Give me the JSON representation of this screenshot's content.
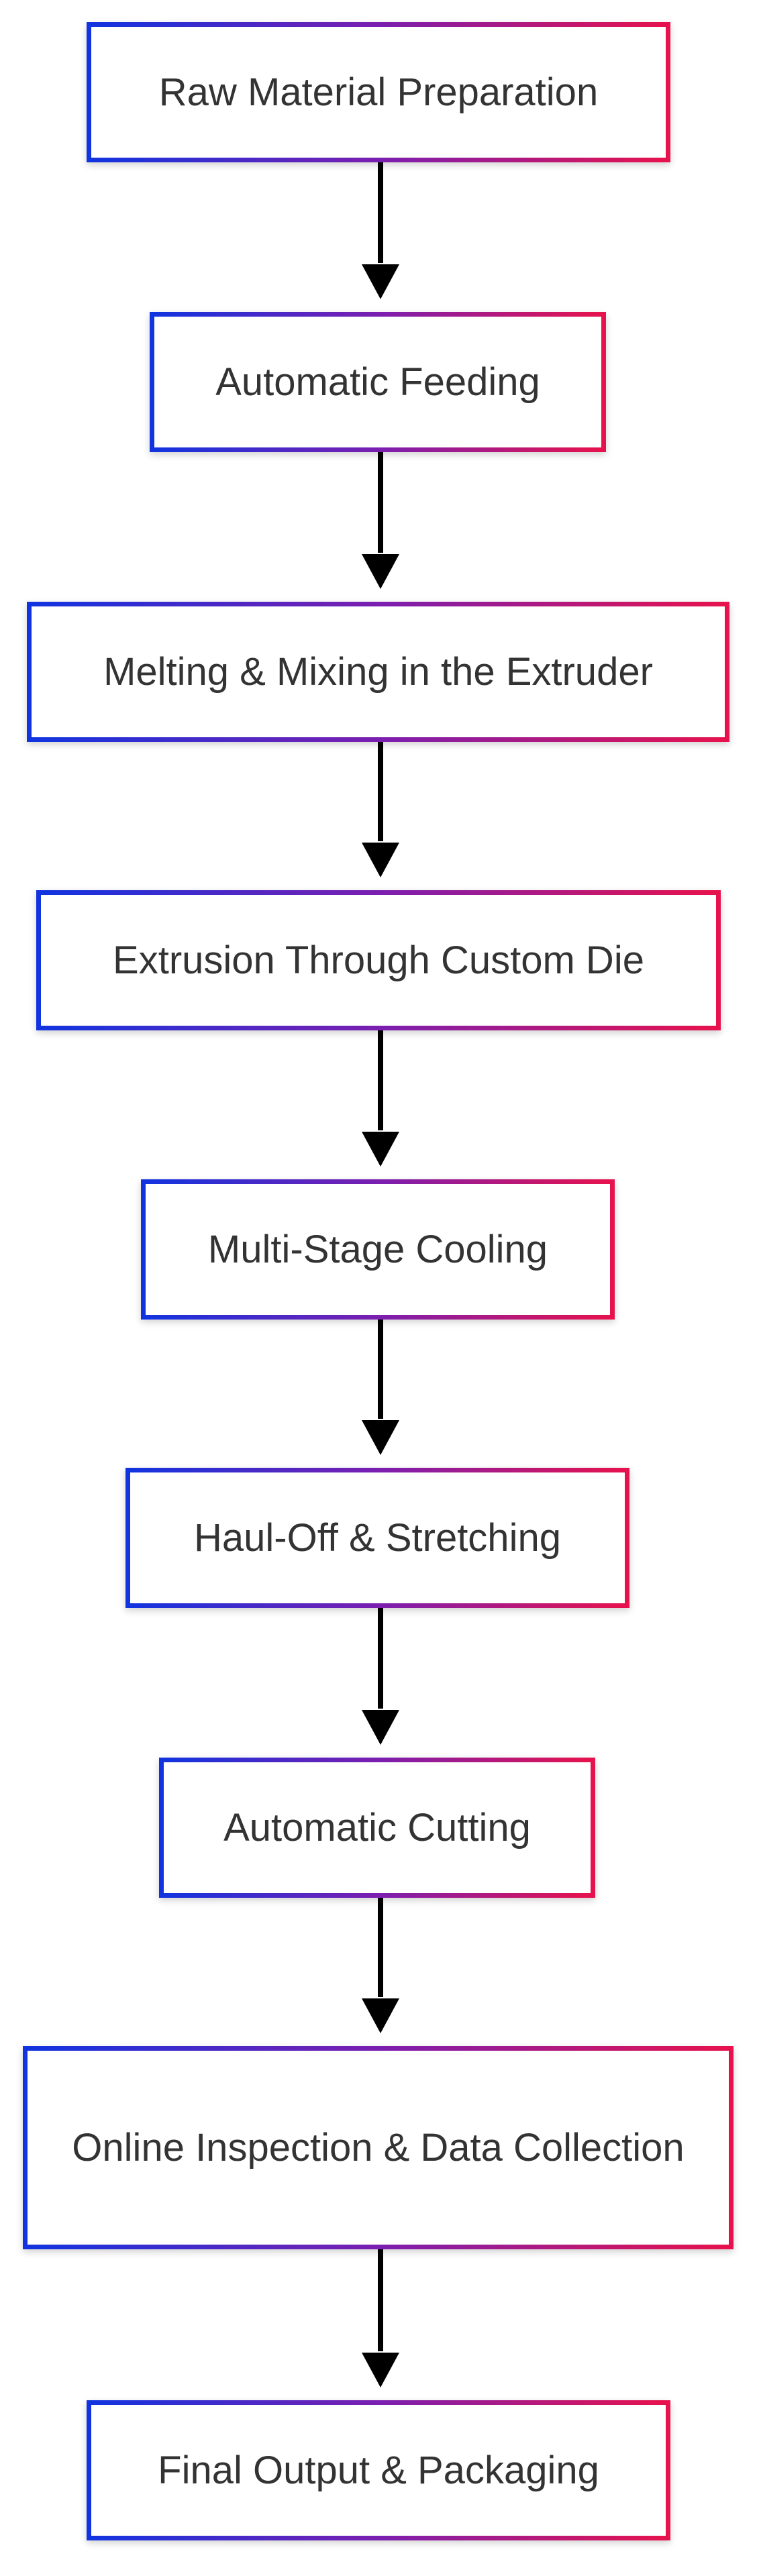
{
  "flowchart": {
    "steps": [
      {
        "label": "Raw Material Preparation"
      },
      {
        "label": "Automatic Feeding"
      },
      {
        "label": "Melting & Mixing in the Extruder"
      },
      {
        "label": "Extrusion Through Custom Die"
      },
      {
        "label": "Multi-Stage Cooling"
      },
      {
        "label": "Haul-Off & Stretching"
      },
      {
        "label": "Automatic Cutting"
      },
      {
        "label": "Online Inspection & Data Collection"
      },
      {
        "label": "Final Output & Packaging"
      }
    ],
    "node_border_gradient": [
      "#1034e0",
      "#7a1fb0",
      "#e8124c"
    ],
    "text_color": "#333333",
    "arrow_color": "#000000"
  }
}
